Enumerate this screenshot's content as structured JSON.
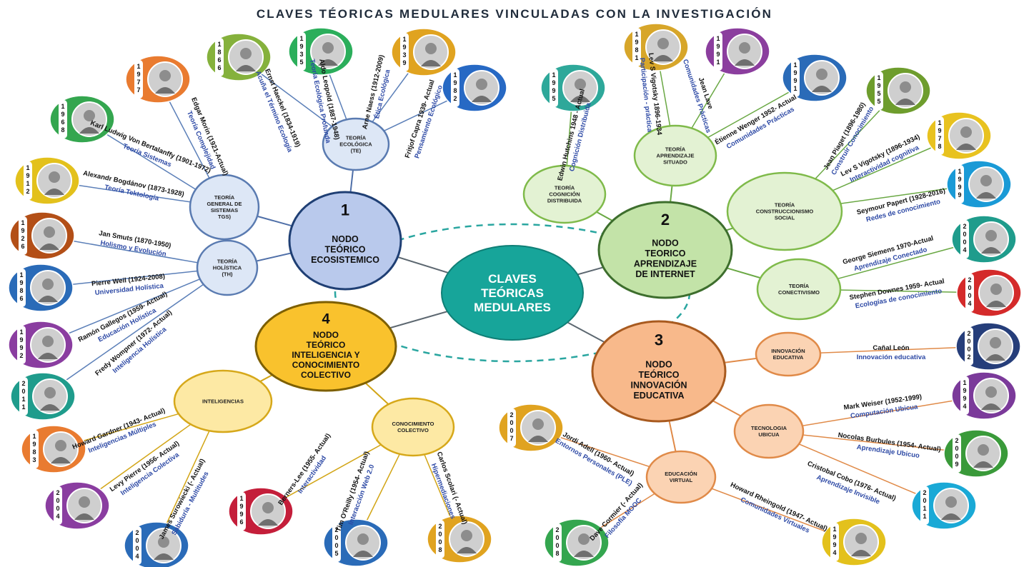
{
  "title": "CLAVES TÉORICAS MEDULARES VINCULADAS CON LA INVESTIGACIÓN",
  "center": {
    "lines": [
      "CLAVES",
      "TEÓRICAS",
      "MEDULARES"
    ]
  },
  "colors": {
    "n1": "#b9c9ec",
    "n2": "#c3e3a8",
    "n3": "#f8b98b",
    "n4": "#f9c22d",
    "center": "#17a59a"
  },
  "nodes": [
    {
      "id": "n1",
      "lines": [
        "1",
        "NODO",
        "TEÓRICO",
        "ECOSISTEMICO"
      ]
    },
    {
      "id": "n2",
      "lines": [
        "2",
        "NODO",
        "TEORICO",
        "APRENDIZAJE",
        "DE INTERNET"
      ]
    },
    {
      "id": "n3",
      "lines": [
        "3",
        "NODO",
        "TEÓRICO",
        "INNOVACIÓN",
        "EDUCATIVA"
      ]
    },
    {
      "id": "n4",
      "lines": [
        "4",
        "NODO",
        "TEÓRICO",
        "INTELIGENCIA Y",
        "CONOCIMIENTO",
        "COLECTIVO"
      ]
    }
  ],
  "theories": [
    {
      "id": "te",
      "node": "n1",
      "lines": [
        "TEORÍA",
        "ECOLÓGICA",
        "(TE)"
      ]
    },
    {
      "id": "tgs",
      "node": "n1",
      "lines": [
        "TEORÍA",
        "GENERAL DE",
        "SISTEMAS",
        "TGS)"
      ]
    },
    {
      "id": "th",
      "node": "n1",
      "lines": [
        "TEORÍA",
        "HOLÍSTICA",
        "(TH)"
      ]
    },
    {
      "id": "tcd",
      "node": "n2",
      "lines": [
        "TEORÍA",
        "COGNICIÓN",
        "DISTRIBUIDA"
      ]
    },
    {
      "id": "tas",
      "node": "n2",
      "lines": [
        "TEORÍA",
        "APRENDIZAJE",
        "SITUADO"
      ]
    },
    {
      "id": "tcs",
      "node": "n2",
      "lines": [
        "TEORÍA",
        "CONSTRUCCIONISMO",
        "SOCIAL"
      ]
    },
    {
      "id": "tc",
      "node": "n2",
      "lines": [
        "TEORÍA",
        "CONECTIVISMO"
      ]
    },
    {
      "id": "ie",
      "node": "n3",
      "lines": [
        "INNOVACIÓN",
        "EDUCATIVA"
      ]
    },
    {
      "id": "tu",
      "node": "n3",
      "lines": [
        "TECNOLOGIA",
        "UBICUA"
      ]
    },
    {
      "id": "ev",
      "node": "n3",
      "lines": [
        "EDUCACIÓN",
        "VIRTUAL"
      ]
    },
    {
      "id": "cc",
      "node": "n4",
      "lines": [
        "CONOCIMIENTO",
        "COLECTIVO"
      ]
    },
    {
      "id": "intel",
      "node": "n4",
      "lines": [
        "INTELIGENCIAS"
      ]
    }
  ],
  "authors": [
    {
      "theory": "te",
      "year": "1866",
      "name": "Ernst Haeckel (1834-1919)",
      "concept": "Acuña el Término Ecología"
    },
    {
      "theory": "te",
      "year": "1935",
      "name": "Aldo Leopold (1887-1948)",
      "concept": "Teoría Ecológica Profunda"
    },
    {
      "theory": "te",
      "year": "1939",
      "name": "Arne Naess (1912-2009)",
      "concept": "Ética Ecológica"
    },
    {
      "theory": "te",
      "year": "1982",
      "name": "Fritjof Capra 1939- Actual",
      "concept": "Pensamiento Ecológico"
    },
    {
      "theory": "tgs",
      "year": "1977",
      "name": "Edgar Morin (1921-Actual)",
      "concept": "Teoría Complejidad"
    },
    {
      "theory": "tgs",
      "year": "1968",
      "name": "Karl Ludwig Von Bertalanffy (1901-1972)",
      "concept": "Teoría Sistemas"
    },
    {
      "theory": "tgs",
      "year": "1912",
      "name": "Alexandr Bogdánov (1873-1928)",
      "concept": "Teoría Tektología"
    },
    {
      "theory": "th",
      "year": "1926",
      "name": "Jan Smuts (1870-1950)",
      "concept": "Holismo y Evolución"
    },
    {
      "theory": "th",
      "year": "1986",
      "name": "Pierre Weil (1924-2008)",
      "concept": "Universidad Holística"
    },
    {
      "theory": "th",
      "year": "1992",
      "name": "Ramón Gallegos (1959- Actual)",
      "concept": "Educación Holística"
    },
    {
      "theory": "th",
      "year": "2011",
      "name": "Fredy Wompner (1972- Actual)",
      "concept": "Inteligencia Holística"
    },
    {
      "theory": "tcd",
      "year": "1995",
      "name": "Edwin Hutchins 1948 - Actual",
      "concept": "Cognición Distribuida"
    },
    {
      "theory": "tas",
      "year": "1981",
      "name": "Lev S Vigotsky 1896-1934",
      "concept": "Participación - práctica"
    },
    {
      "theory": "tas",
      "year": "1991",
      "name": "Jean Lave",
      "concept": "Comunidades Prácticas"
    },
    {
      "theory": "tas",
      "year": "1991",
      "name": "Étienne Wenger 1952- Actual",
      "concept": "Comunidades Prácticas"
    },
    {
      "theory": "tcs",
      "year": "1955",
      "name": "Jean Piaget (1896-1980)",
      "concept": "Construir Conocimiento"
    },
    {
      "theory": "tcs",
      "year": "1978",
      "name": "Lev S Vigotsky (1896-1934)",
      "concept": "Interactividad cognitiva"
    },
    {
      "theory": "tcs",
      "year": "1999",
      "name": "Seymour Papert (1928-2016)",
      "concept": "Redes de conocimiento"
    },
    {
      "theory": "tc",
      "year": "2004",
      "name": "George Siemens 1970-Actual",
      "concept": "Aprendizaje Conectado"
    },
    {
      "theory": "tc",
      "year": "2004",
      "name": "Stephen Downes 1959- Actual",
      "concept": "Ecologías de conocimiento"
    },
    {
      "theory": "ie",
      "year": "2002",
      "name": "Cañal León",
      "concept": "Innovación educativa"
    },
    {
      "theory": "tu",
      "year": "1994",
      "name": "Mark Weiser (1952-1999)",
      "concept": "Computación Ubicua"
    },
    {
      "theory": "tu",
      "year": "2009",
      "name": "Nocolas Burbules (1954- Actual)",
      "concept": "Aprendizaje Ubicuo"
    },
    {
      "theory": "tu",
      "year": "2011",
      "name": "Cristobal Cobo (1976- Actual)",
      "concept": "Aprendizaje Invisible"
    },
    {
      "theory": "ev",
      "year": "2007",
      "name": "Jordi Adell (1960- Actual)",
      "concept": "Entornos Personales (PLE)"
    },
    {
      "theory": "ev",
      "year": "2008",
      "name": "Dave Cormier (- Actual)",
      "concept": "Filosofía MOOC"
    },
    {
      "theory": "ev",
      "year": "1994",
      "name": "Howard Rheingold (1947- Actual)",
      "concept": "Comunidades Virtuales"
    },
    {
      "theory": "cc",
      "year": "1996",
      "name": "Berners-Lee (1955- Actual)",
      "concept": "Interactividad"
    },
    {
      "theory": "cc",
      "year": "2005",
      "name": "Tim O'Reilly (1954- Actual)",
      "concept": "Interacción Web 2.0"
    },
    {
      "theory": "cc",
      "year": "2008",
      "name": "Carlos Scolari (- Actual)",
      "concept": "Hipermediaciones"
    },
    {
      "theory": "intel",
      "year": "1983",
      "name": "Howard Gardner (1943- Actual)",
      "concept": "Inteligencias Múltiples"
    },
    {
      "theory": "intel",
      "year": "2004",
      "name": "Levy Pierre (1956- Actual)",
      "concept": "Inteligencia Colectiva"
    },
    {
      "theory": "intel",
      "year": "2004",
      "name": "James Surowiecki (- Actual)",
      "concept": "Sabiduría - Multitudes"
    }
  ]
}
